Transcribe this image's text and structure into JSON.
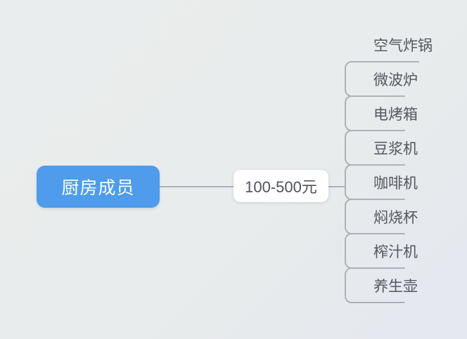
{
  "app": {
    "type": "mindmap",
    "orientation": "left-to-right"
  },
  "colors": {
    "background": "#E9ECEC",
    "line": "#AEB1B7",
    "root_bg": "#4E9CEB",
    "root_text": "#FFFFFF",
    "branch_bg": "#FFFFFF",
    "branch_text": "#4E535A",
    "leaf_text": "#53575E"
  },
  "root": {
    "label": "厨房成员"
  },
  "branch": {
    "label": "100-500元"
  },
  "leaves": [
    "空气炸锅",
    "微波炉",
    "电烤箱",
    "豆浆机",
    "咖啡机",
    "焖烧杯",
    "榨汁机",
    "养生壶"
  ],
  "hierarchy": {
    "root": "厨房成员",
    "children": [
      {
        "label": "100-500元",
        "children": [
          "空气炸锅",
          "微波炉",
          "电烤箱",
          "豆浆机",
          "咖啡机",
          "焖烧杯",
          "榨汁机",
          "养生壶"
        ]
      }
    ]
  }
}
